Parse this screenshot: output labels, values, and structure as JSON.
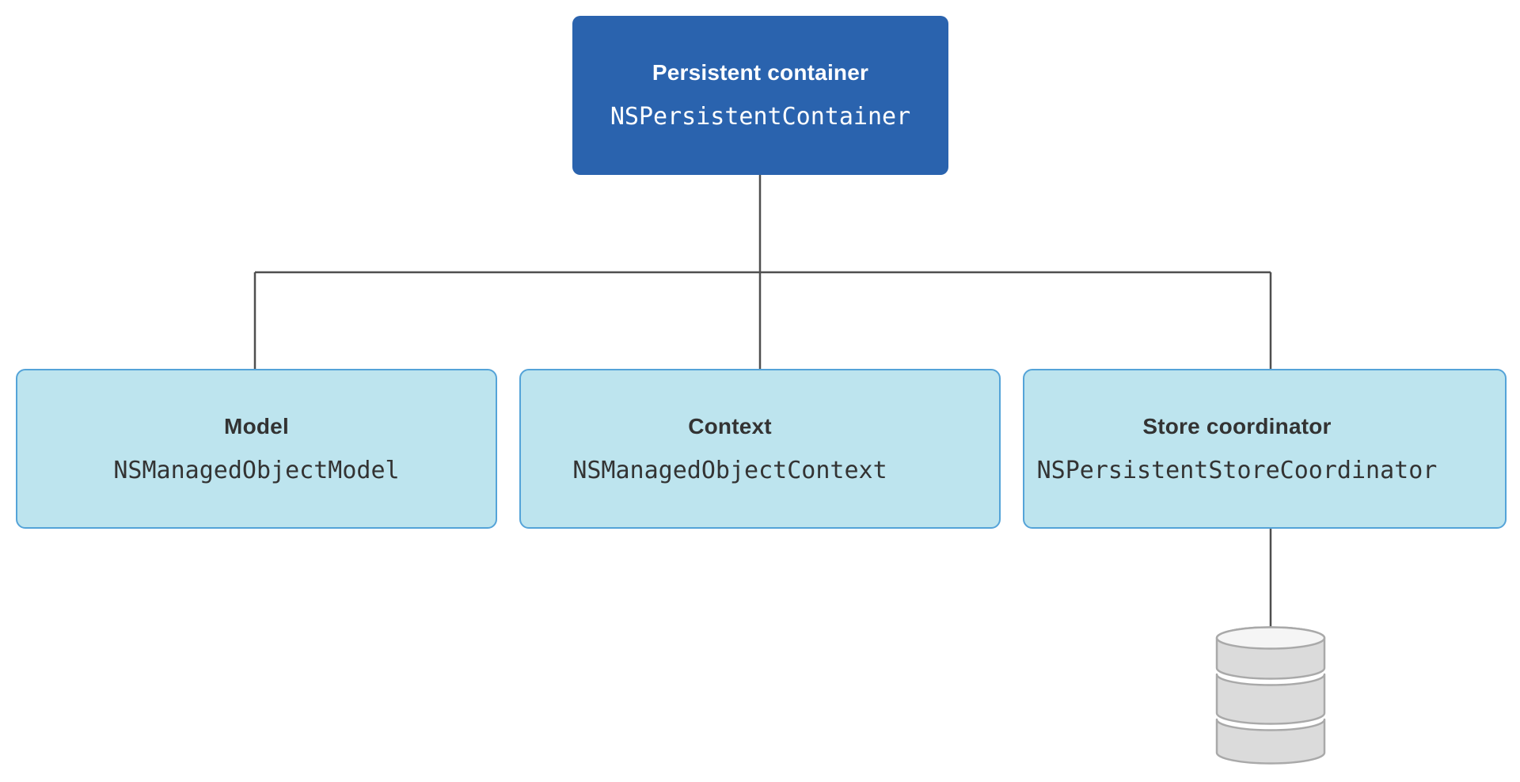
{
  "nodes": {
    "persistent_container": {
      "title": "Persistent container",
      "class_name": "NSPersistentContainer"
    },
    "model": {
      "title": "Model",
      "class_name": "NSManagedObjectModel"
    },
    "context": {
      "title": "Context",
      "class_name": "NSManagedObjectContext"
    },
    "store_coordinator": {
      "title": "Store coordinator",
      "class_name": "NSPersistentStoreCoordinator"
    }
  },
  "icons": {
    "database": "database-cylinder-icon"
  },
  "colors": {
    "background": "#FFFFFF",
    "root_fill": "#2A63AE",
    "root_text": "#FFFFFF",
    "child_fill": "#BDE4EE",
    "child_border": "#54A3D8",
    "child_text": "#333333",
    "connector": "#4F4F4F",
    "cylinder_fill": "#DBDBDB",
    "cylinder_stroke": "#A9A9A9",
    "cylinder_top_fill": "#F5F5F5"
  }
}
